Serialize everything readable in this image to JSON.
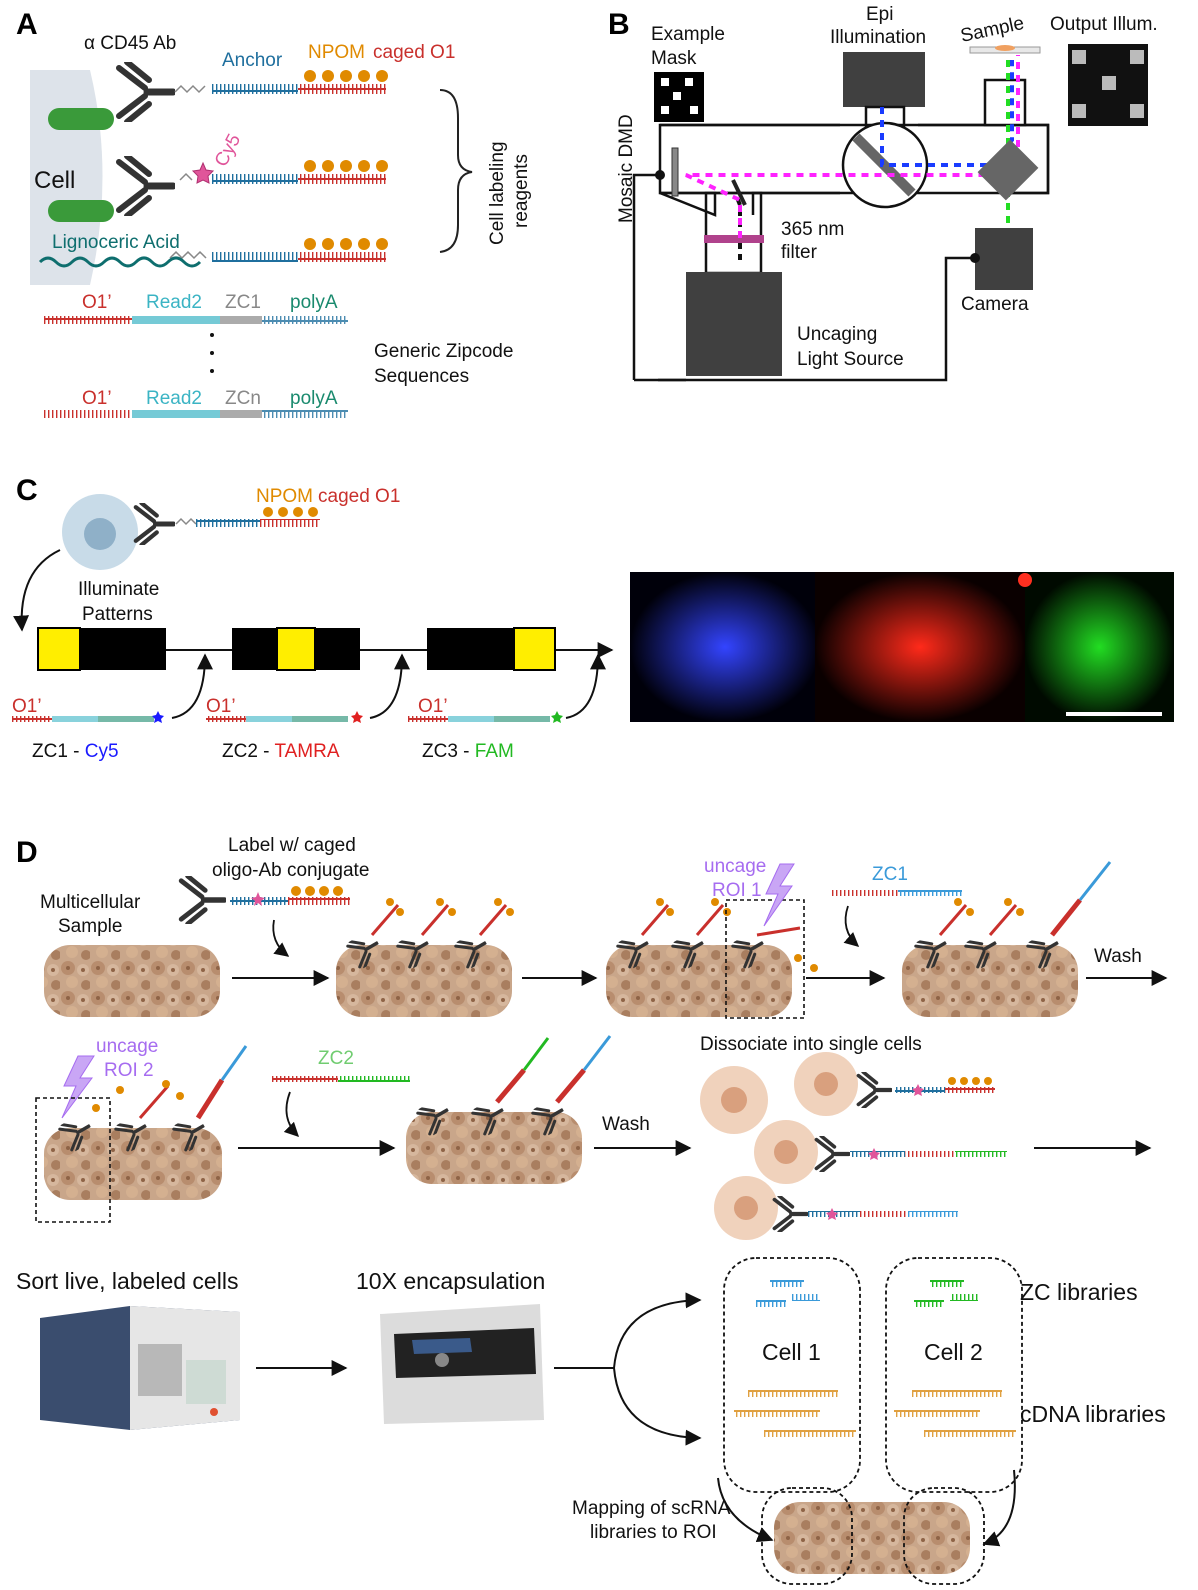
{
  "panels": [
    "A",
    "B",
    "C",
    "D"
  ],
  "colors": {
    "anchor": "#1f6f9e",
    "npom": "#e08a00",
    "o1": "#c9302c",
    "read2": "#3bb4c4",
    "zc": "#888888",
    "polya": "#1a8a6e",
    "cy5": "#e0559a",
    "magenta_path": "#ff22ff",
    "blue_path": "#1a3cff",
    "green_path": "#22dd22",
    "zc1_blue": "#1a1aff",
    "tamra_red": "#e02020",
    "fam_green": "#22b922",
    "uncage": "#a66cf0"
  },
  "panel_a": {
    "antibody": "α CD45 Ab",
    "anchor": "Anchor",
    "npom_word": "NPOM",
    "caged_o1": "caged O1",
    "cy5": "Cy5",
    "cell": "Cell",
    "lignoceric": "Lignoceric Acid",
    "cell_labeling": "Cell labeling",
    "reagents": "reagents",
    "zipcode_rows": [
      {
        "o1": "O1’",
        "read2": "Read2",
        "zc": "ZC1",
        "polya": "polyA"
      },
      {
        "o1": "O1’",
        "read2": "Read2",
        "zc": "ZCn",
        "polya": "polyA"
      }
    ],
    "generic_zipcode": "Generic Zipcode",
    "sequences": "Sequences"
  },
  "panel_b": {
    "example_mask_1": "Example",
    "example_mask_2": "Mask",
    "epi_1": "Epi",
    "epi_2": "Illumination",
    "sample": "Sample",
    "output_illum": "Output Illum.",
    "mosaic_dmd": "Mosaic DMD",
    "filter_1": "365 nm",
    "filter_2": "filter",
    "uncaging_1": "Uncaging",
    "uncaging_2": "Light Source",
    "camera": "Camera"
  },
  "panel_c": {
    "npom_word": "NPOM",
    "caged_o1": "caged O1",
    "illuminate_1": "Illuminate",
    "illuminate_2": "Patterns",
    "o1p": "O1’",
    "labels": [
      {
        "zc": "ZC1 - ",
        "dye": "Cy5"
      },
      {
        "zc": "ZC2 - ",
        "dye": "TAMRA"
      },
      {
        "zc": "ZC3 - ",
        "dye": "FAM"
      }
    ]
  },
  "panel_d": {
    "label_1": "Label w/ caged",
    "label_2": "oligo-Ab conjugate",
    "multicellular_1": "Multicellular",
    "multicellular_2": "Sample",
    "uncage": "uncage",
    "roi1": "ROI 1",
    "roi2": "ROI 2",
    "zc1": "ZC1",
    "zc2": "ZC2",
    "wash": "Wash",
    "dissociate": "Dissociate into single cells",
    "sort": "Sort live, labeled cells",
    "encapsulation": "10X encapsulation",
    "cell1": "Cell 1",
    "cell2": "Cell 2",
    "zc_libraries": "ZC libraries",
    "cdna_libraries": "cDNA libraries",
    "mapping_1": "Mapping of scRNA",
    "mapping_2": "libraries to ROI"
  }
}
